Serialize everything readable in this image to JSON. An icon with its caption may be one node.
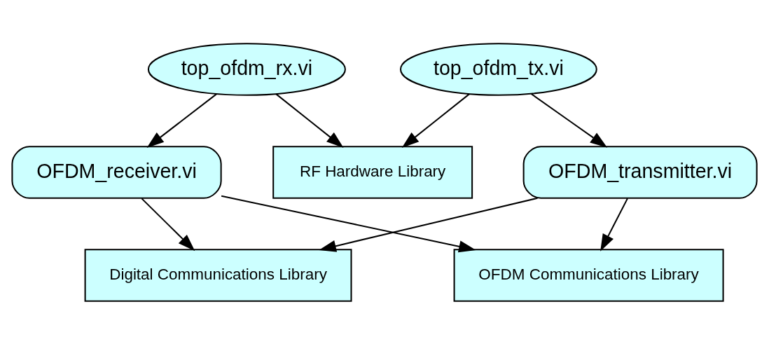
{
  "diagram": {
    "nodes": [
      {
        "text": [
          "top_ofdm_tx.vi"
        ]
      },
      {
        "text": [
          "top_ofdm_rx.vi"
        ]
      },
      {
        "text": [
          "RF Hardware Library"
        ]
      },
      {
        "text": [
          "OFDM_transmitter.vi"
        ]
      },
      {
        "text": [
          "OFDM_receiver.vi"
        ]
      },
      {
        "text": [
          "Digital Communications Library"
        ]
      },
      {
        "text": [
          "OFDM Communications Library"
        ]
      }
    ],
    "edges": [
      {
        "from": 0,
        "to": 2,
        "arrow": "to"
      },
      {
        "from": 1,
        "to": 2,
        "arrow": "to"
      },
      {
        "from": 0,
        "to": 3,
        "arrow": "to"
      },
      {
        "from": 1,
        "to": 4,
        "arrow": "to"
      },
      {
        "from": 3,
        "to": 5,
        "arrow": "to"
      },
      {
        "from": 4,
        "to": 5,
        "arrow": "to"
      },
      {
        "from": 3,
        "to": 6,
        "arrow": "to"
      },
      {
        "from": 4,
        "to": 6,
        "arrow": "to"
      }
    ]
  }
}
